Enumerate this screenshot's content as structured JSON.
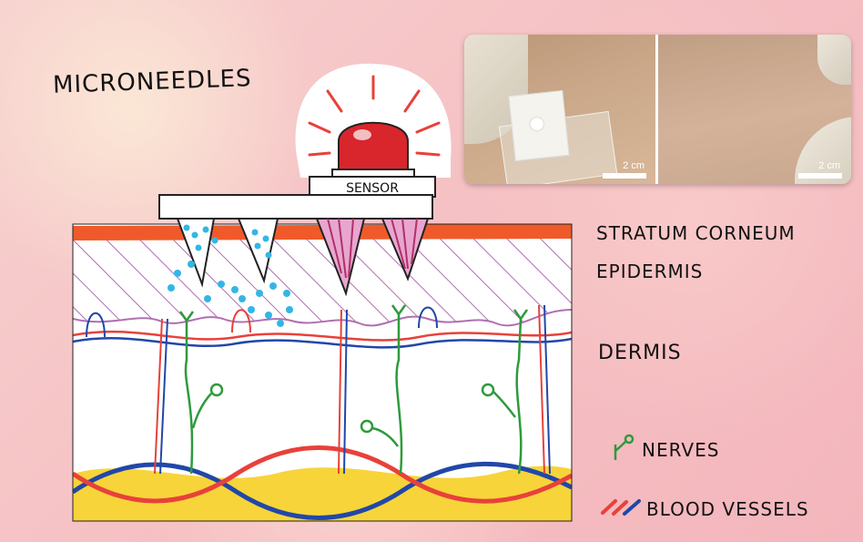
{
  "title": "MICRONEEDLES",
  "sensor_label": "SENSOR",
  "layers": {
    "stratum_corneum": "STRATUM CORNEUM",
    "epidermis": "EPIDERMIS",
    "dermis": "DERMIS"
  },
  "legend": {
    "nerves": "NERVES",
    "blood_vessels": "BLOOD VESSELS"
  },
  "photos": {
    "left_scale": "2 cm",
    "right_scale": "2 cm"
  },
  "colors": {
    "stratum": "#f05a2a",
    "epidermis_hatch": "#b06fb0",
    "nerve": "#2e9a3c",
    "vessel_red": "#e8413a",
    "vessel_blue": "#2147a8",
    "fat": "#f7d43a",
    "beacon": "#d8262c",
    "drops": "#33b6e6"
  }
}
